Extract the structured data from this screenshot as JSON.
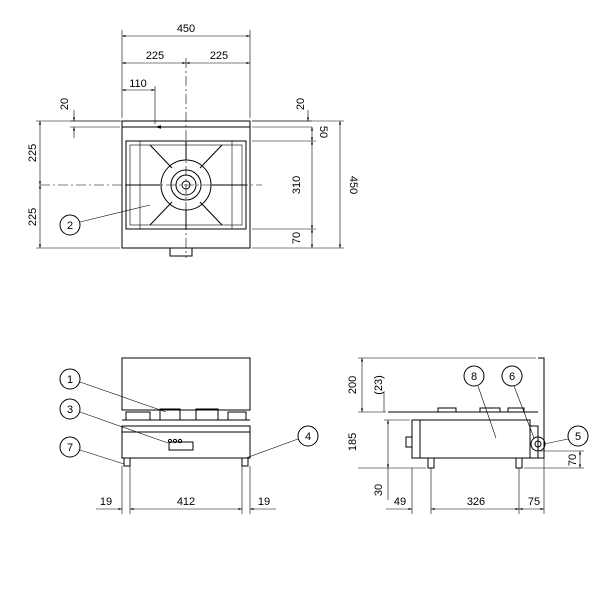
{
  "top_view": {
    "width_overall": "450",
    "width_left": "225",
    "width_right": "225",
    "burner_offset": "110",
    "rail_left": "20",
    "rail_right": "20",
    "depth_overall": "450",
    "depth_upper": "225",
    "depth_lower": "225",
    "depth_back": "50",
    "depth_grate": "310",
    "depth_front": "70",
    "callout_grate": "2"
  },
  "front_view": {
    "leg_left": "19",
    "between_legs": "412",
    "leg_right": "19",
    "callouts": [
      "1",
      "3",
      "7",
      "4"
    ]
  },
  "side_view": {
    "back_height": "200",
    "grate_height": "(23)",
    "body_height": "185",
    "leg_height": "30",
    "connector_height": "70",
    "front_offset": "49",
    "body_depth": "326",
    "rear_offset": "75",
    "callouts": [
      "8",
      "6",
      "5"
    ]
  }
}
